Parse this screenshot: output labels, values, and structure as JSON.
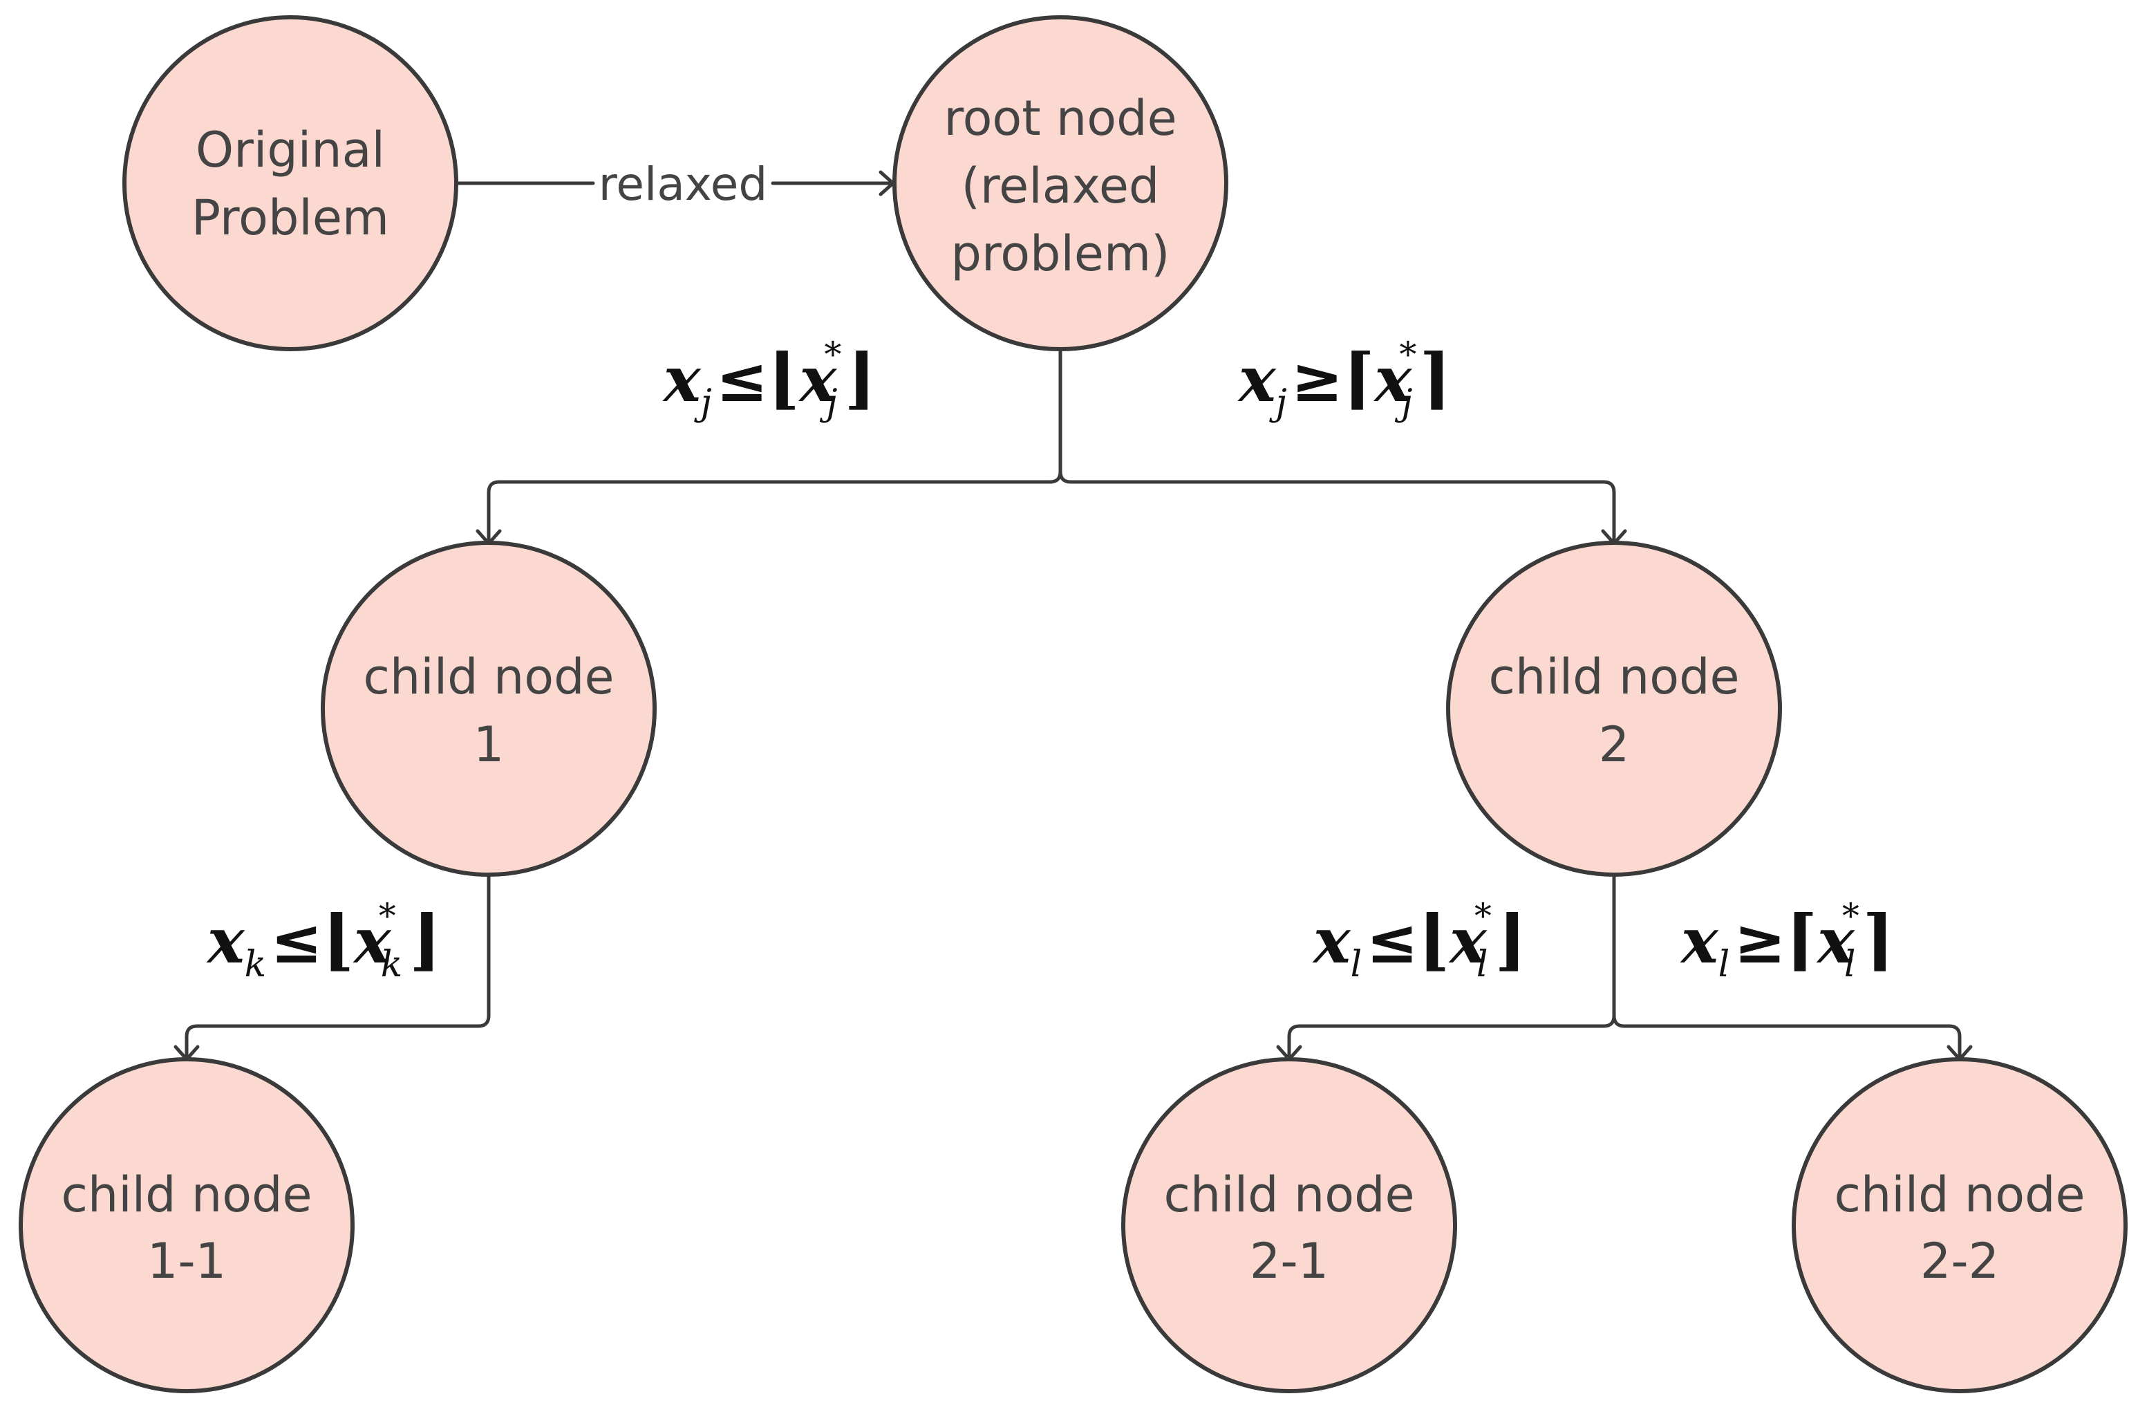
{
  "nodes": {
    "original": {
      "line1": "Original",
      "line2": "Problem"
    },
    "root": {
      "line1": "root node",
      "line2": "(relaxed",
      "line3": "problem)"
    },
    "child1": {
      "line1": "child node",
      "line2": "1"
    },
    "child2": {
      "line1": "child node",
      "line2": "2"
    },
    "child1_1": {
      "line1": "child node",
      "line2": "1-1"
    },
    "child2_1": {
      "line1": "child node",
      "line2": "2-1"
    },
    "child2_2": {
      "line1": "child node",
      "line2": "2-2"
    }
  },
  "edges": {
    "relaxed_label": "relaxed"
  },
  "conditions": {
    "root_left": {
      "var": "x",
      "sub": "j",
      "op": "≤",
      "open": "⌊",
      "sup": "*",
      "close": "⌋"
    },
    "root_right": {
      "var": "x",
      "sub": "j",
      "op": "≥",
      "open": "⌈",
      "sup": "*",
      "close": "⌉"
    },
    "child1_left": {
      "var": "x",
      "sub": "k",
      "op": "≤",
      "open": "⌊",
      "sup": "*",
      "close": "⌋"
    },
    "child2_left": {
      "var": "x",
      "sub": "l",
      "op": "≤",
      "open": "⌊",
      "sup": "*",
      "close": "⌋"
    },
    "child2_right": {
      "var": "x",
      "sub": "l",
      "op": "≥",
      "open": "⌈",
      "sup": "*",
      "close": "⌉"
    }
  },
  "colors": {
    "node_fill": "#fcd9d0",
    "stroke": "#3a3a3a"
  }
}
